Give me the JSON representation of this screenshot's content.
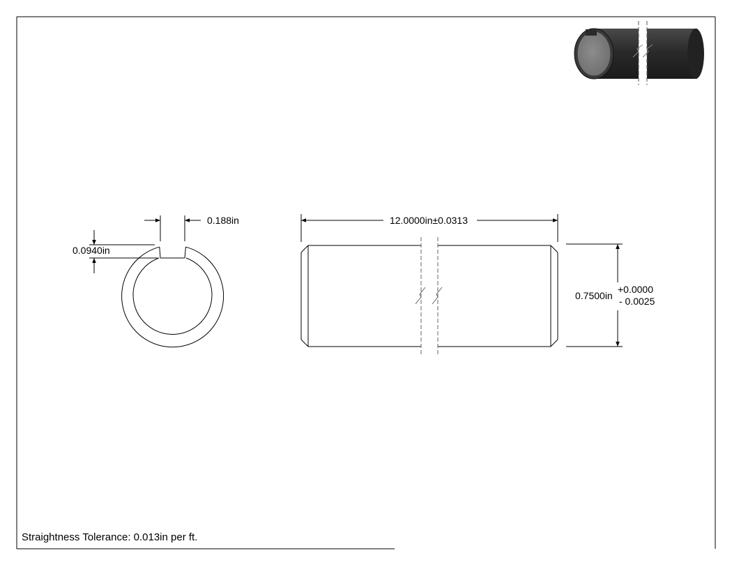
{
  "drawing": {
    "slot_width_label": "0.188in",
    "slot_depth_label": "0.0940in",
    "length_label": "12.0000in±0.0313",
    "diameter_label": "0.7500in",
    "diameter_tol_upper": "+0.0000",
    "diameter_tol_lower": "- 0.0025",
    "note": "Straightness Tolerance: 0.013in per ft."
  },
  "colors": {
    "line": "#000000",
    "rod_dark": "#2e2e2e",
    "rod_end": "#7a7a7a"
  },
  "icons": {
    "break_symbol": "break-lines-icon"
  }
}
